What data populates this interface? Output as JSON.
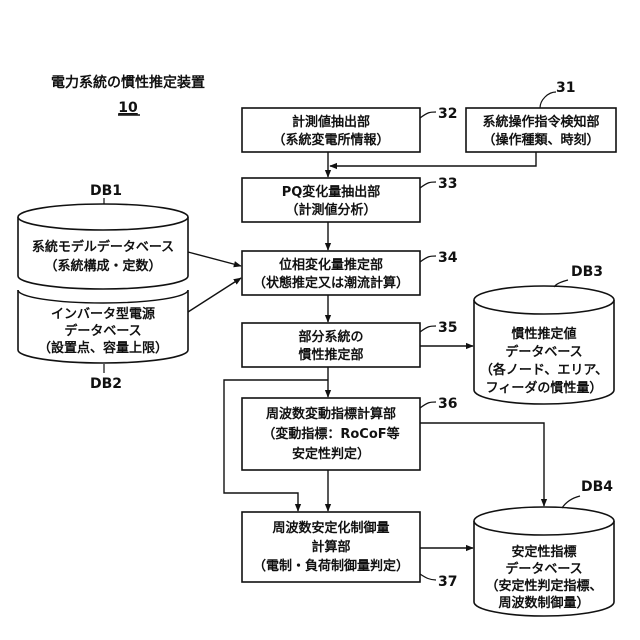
{
  "device": {
    "title": "電力系統の慣性推定装置",
    "number": "10"
  },
  "blocks": {
    "b32": {
      "ref": "32",
      "lines": [
        "計測値抽出部",
        "（系統変電所情報）"
      ]
    },
    "b31": {
      "ref": "31",
      "lines": [
        "系統操作指令検知部",
        "（操作種類、時刻）"
      ]
    },
    "b33": {
      "ref": "33",
      "lines": [
        "PQ変化量抽出部",
        "（計測値分析）"
      ]
    },
    "b34": {
      "ref": "34",
      "lines": [
        "位相変化量推定部",
        "（状態推定又は潮流計算）"
      ]
    },
    "b35": {
      "ref": "35",
      "lines": [
        "部分系統の",
        "慣性推定部"
      ]
    },
    "b36": {
      "ref": "36",
      "lines": [
        "周波数変動指標計算部",
        "（変動指標：RoCoF等",
        "安定性判定）"
      ]
    },
    "b37": {
      "ref": "37",
      "lines": [
        "周波数安定化制御量",
        "計算部",
        "（電制・負荷制御量判定）"
      ]
    }
  },
  "databases": {
    "db1": {
      "label": "DB1",
      "lines": [
        "系統モデルデータベース",
        "（系統構成・定数）"
      ]
    },
    "db2": {
      "label": "DB2",
      "lines": [
        "インバータ型電源",
        "データベース",
        "（設置点、容量上限）"
      ]
    },
    "db3": {
      "label": "DB3",
      "lines": [
        "慣性推定値",
        "データベース",
        "（各ノード、エリア、",
        "フィーダの慣性量）"
      ]
    },
    "db4": {
      "label": "DB4",
      "lines": [
        "安定性指標",
        "データベース",
        "（安定性判定指標、",
        "周波数制御量）"
      ]
    }
  }
}
